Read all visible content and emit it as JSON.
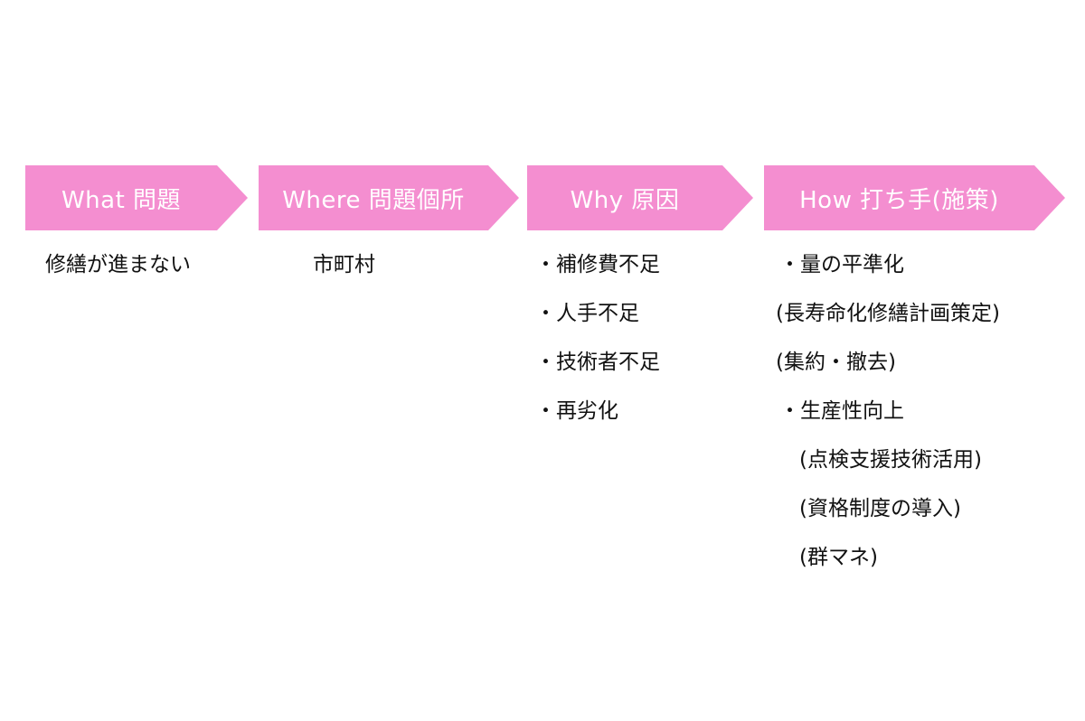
{
  "colors": {
    "chevron_fill": "#f48ed0",
    "chevron_text": "#ffffff",
    "body_text": "#111111"
  },
  "steps": [
    {
      "header": "What 問題",
      "items": [
        "修繕が進まない"
      ]
    },
    {
      "header": "Where 問題個所",
      "items": [
        "市町村"
      ]
    },
    {
      "header": "Why 原因",
      "items": [
        "・補修費不足",
        "・人手不足",
        "・技術者不足",
        "・再劣化"
      ]
    },
    {
      "header": "How 打ち手(施策)",
      "items": [
        "・量の平準化",
        "(長寿命化修繕計画策定)",
        "(集約・撤去)",
        "・生産性向上",
        "(点検支援技術活用)",
        "(資格制度の導入)",
        "(群マネ)"
      ]
    }
  ]
}
